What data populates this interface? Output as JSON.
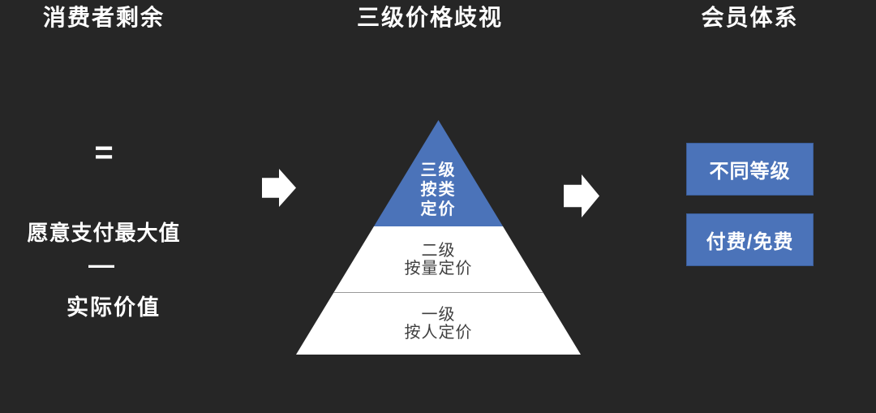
{
  "slide": {
    "background_color": "#262626",
    "accent_blue": "#4b73b9",
    "left_panel": {
      "title": "消费者剩余",
      "equals_sign": "=",
      "willingness_line": "愿意支付最大值",
      "minus_sign": "—",
      "actual_value_line": "实际价值"
    },
    "center_panel": {
      "title": "三级价格歧视",
      "pyramid_levels": [
        {
          "id": "level-3-top",
          "lines": [
            "三级",
            "按类",
            "定价"
          ]
        },
        {
          "id": "level-2-middle",
          "lines": [
            "二级",
            "按量定价"
          ]
        },
        {
          "id": "level-1-bottom",
          "lines": [
            "一级",
            "按人定价"
          ]
        }
      ]
    },
    "right_panel": {
      "title": "会员体系",
      "boxes": [
        {
          "label": "不同等级"
        },
        {
          "label": "付费/免费"
        }
      ]
    },
    "icons": {
      "left_arrow": "arrow-right",
      "right_arrow": "arrow-right"
    }
  }
}
